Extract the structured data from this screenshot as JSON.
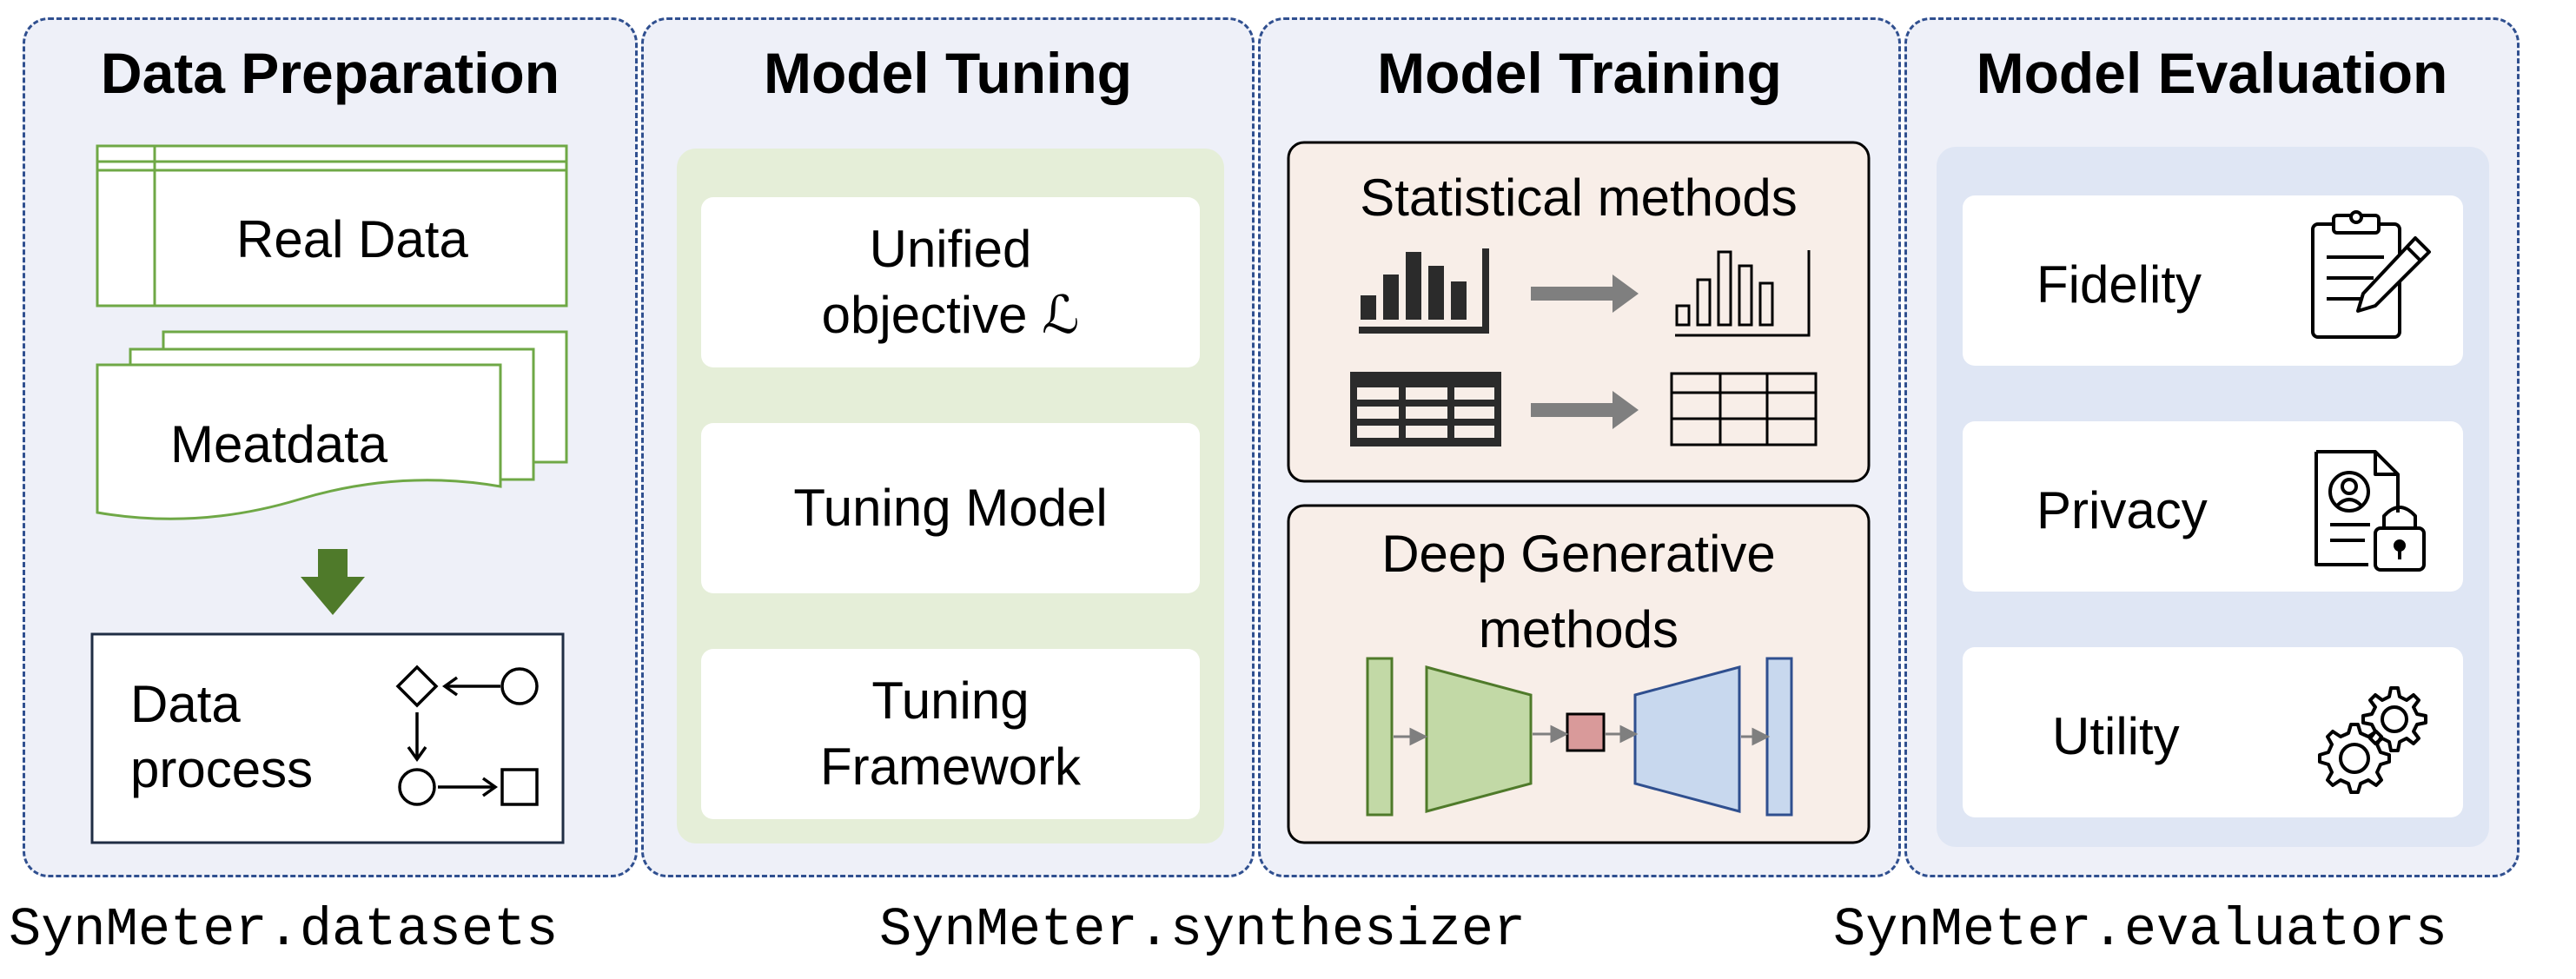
{
  "panels": {
    "data_preparation": {
      "title": "Data Preparation",
      "real_data": "Real Data",
      "metadata": "Meatdata",
      "data_process_line1": "Data",
      "data_process_line2": "process",
      "module": "SynMeter.datasets"
    },
    "model_tuning": {
      "title": "Model Tuning",
      "items": [
        {
          "line1": "Unified",
          "line2": "objective ℒ"
        },
        {
          "line1": "Tuning Model",
          "line2": ""
        },
        {
          "line1": "Tuning",
          "line2": "Framework"
        }
      ],
      "module": "SynMeter.synthesizer"
    },
    "model_training": {
      "title": "Model Training",
      "statistical": "Statistical methods",
      "deep_line1": "Deep Generative",
      "deep_line2": "methods"
    },
    "model_evaluation": {
      "title": "Model Evaluation",
      "items": [
        {
          "label": "Fidelity",
          "icon": "clipboard-pencil-icon"
        },
        {
          "label": "Privacy",
          "icon": "document-lock-icon"
        },
        {
          "label": "Utility",
          "icon": "gears-icon"
        }
      ],
      "module": "SynMeter.evaluators"
    }
  },
  "colors": {
    "panel_border": "#2f4f8f",
    "panel_bg": "#eef0f8",
    "tuning_bg": "#e5eed8",
    "training_bg": "#f8eee8",
    "evaluation_bg": "#dfe6f4",
    "doc_outline": "#6fa846",
    "arrow_green": "#4f7a2a",
    "encoder_green": "#c2d9a6",
    "decoder_blue": "#c8d8ee",
    "latent_red": "#d99a9a"
  }
}
